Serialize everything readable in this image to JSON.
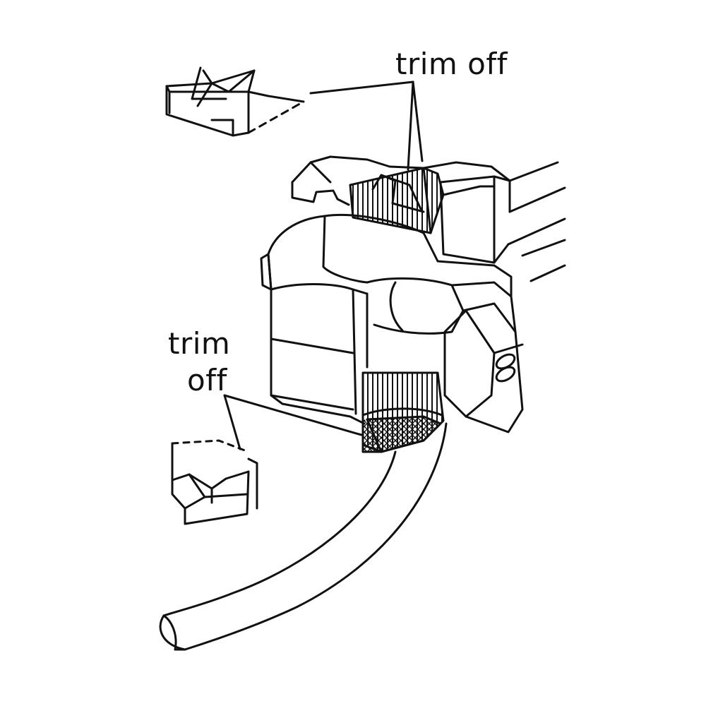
{
  "labels": {
    "top": "trim off",
    "left_line1": "trim",
    "left_line2": "off"
  },
  "colors": {
    "ink": "#111111",
    "paper": "#ffffff"
  }
}
